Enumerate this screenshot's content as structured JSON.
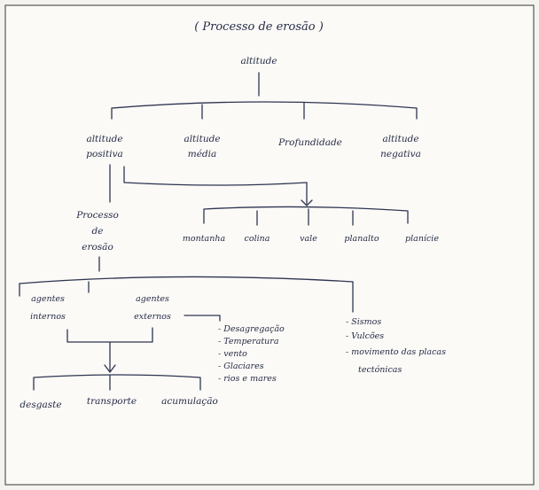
{
  "diagram": {
    "title": "( Processo de erosão )",
    "root": "altitude",
    "level1": [
      [
        "altitude",
        "positiva"
      ],
      [
        "altitude",
        "média"
      ],
      [
        "Profundidade"
      ],
      [
        "altitude",
        "negativa"
      ]
    ],
    "process": [
      "Processo",
      "de",
      "erosão"
    ],
    "landforms": [
      "montanha",
      "colina",
      "vale",
      "planalto",
      "planície"
    ],
    "agents": [
      [
        "agentes",
        "internos"
      ],
      [
        "agentes",
        "externos"
      ]
    ],
    "external_list": [
      "- Desagregação",
      "- Temperatura",
      "- vento",
      "- Glaciares",
      "- rios e mares"
    ],
    "internal_list": [
      "- Sismos",
      "- Vulcões",
      "- movimento das placas",
      "tectónicas"
    ],
    "outcomes": [
      "desgaste",
      "transporte",
      "acumulação"
    ]
  }
}
